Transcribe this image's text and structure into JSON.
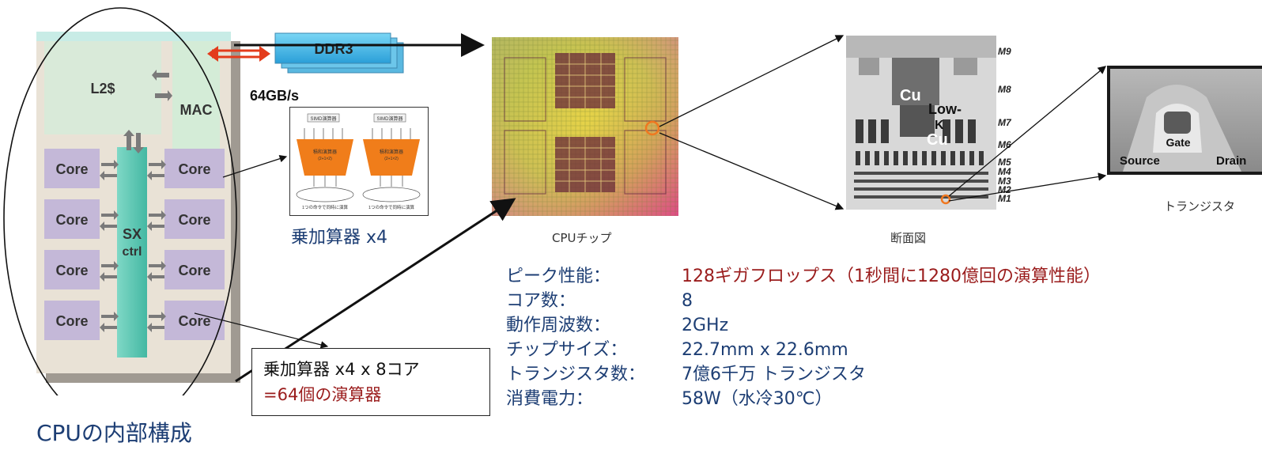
{
  "block_diagram": {
    "l2": "L2$",
    "mac": "MAC",
    "sx": "SX",
    "ctrl": "ctrl",
    "cores": [
      "Core",
      "Core",
      "Core",
      "Core",
      "Core",
      "Core",
      "Core",
      "Core"
    ]
  },
  "memory": {
    "ddr": "DDR3",
    "bandwidth": "64GB/s"
  },
  "fma": {
    "unit_label": "SIMD演算器",
    "inner_label": "積和演算器",
    "inner_sub": "(2+1×2)",
    "caption": "乗加算器 x4",
    "footnote": "1つの命令で同時に演算"
  },
  "callout": {
    "line1": "乗加算器 x4 x 8コア",
    "line2": "=64個の演算器"
  },
  "captions": {
    "cpu_layout": "CPUの内部構成",
    "chip": "CPUチップ",
    "section": "断面図",
    "transistor": "トランジスタ"
  },
  "cross_section": {
    "layers": [
      "M9",
      "M8",
      "M7",
      "M6",
      "M5",
      "M4",
      "M3",
      "M2",
      "M1"
    ],
    "cu_top": "Cu",
    "lowk_1": "Low-",
    "lowk_2": "K",
    "cu_mid": "Cu"
  },
  "transistor_parts": {
    "gate": "Gate",
    "source": "Source",
    "drain": "Drain"
  },
  "specs": [
    {
      "label": "ピーク性能：",
      "value": "128ギガフロップス（1秒間に1280億回の演算性能）"
    },
    {
      "label": "コア数：",
      "value": "8"
    },
    {
      "label": "動作周波数：",
      "value": "2GHz"
    },
    {
      "label": "チップサイズ：",
      "value": "22.7mm x 22.6mm"
    },
    {
      "label": "トランジスタ数：",
      "value": "7億6千万 トランジスタ"
    },
    {
      "label": "消費電力：",
      "value": "58W（水冷30℃）"
    }
  ],
  "colors": {
    "text_blue": "#1d3e74",
    "red": "#9a1c1c",
    "core_fill": "#c4b8d8",
    "l2_fill": "#d9ead9",
    "sx_fill": "#5ec7b4"
  }
}
